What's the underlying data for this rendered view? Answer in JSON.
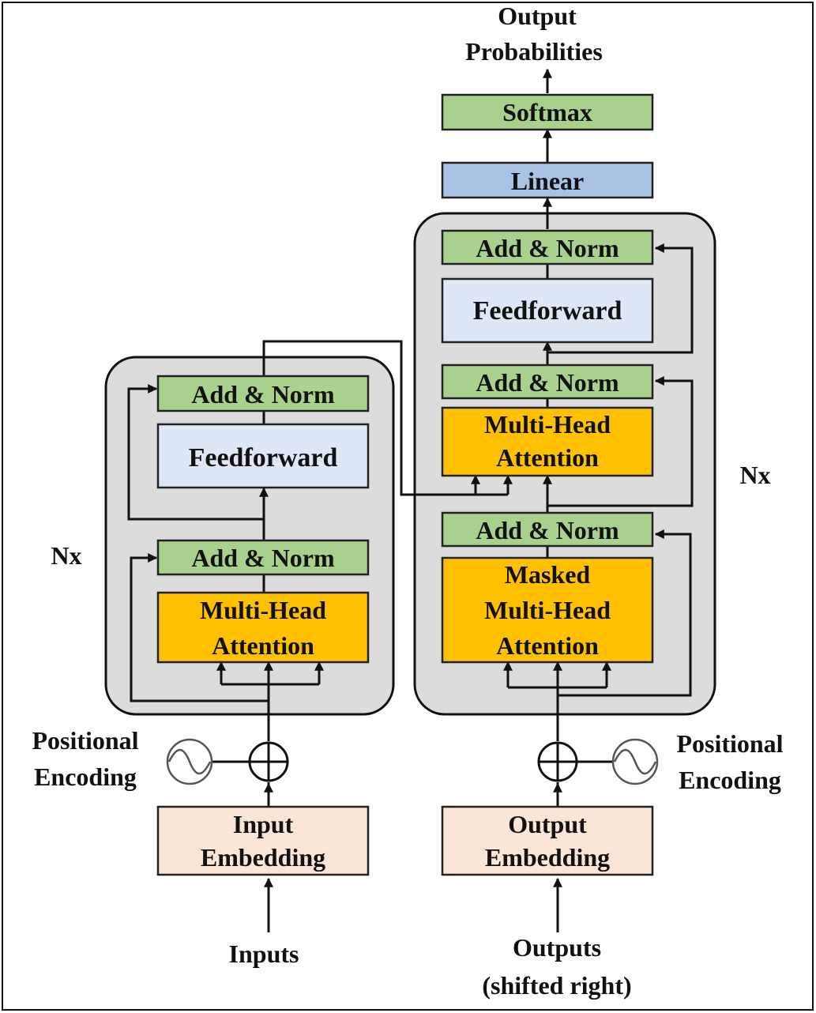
{
  "output_probabilities": [
    "Output",
    "Probabilities"
  ],
  "softmax": "Softmax",
  "linear": "Linear",
  "encoder": {
    "add_norm_top": "Add & Norm",
    "feedforward": "Feedforward",
    "add_norm_bottom": "Add & Norm",
    "attention": [
      "Multi-Head",
      "Attention"
    ],
    "repeat": "Nx",
    "positional_encoding": [
      "Positional",
      "Encoding"
    ],
    "embedding": [
      "Input",
      "Embedding"
    ],
    "input_label": "Inputs"
  },
  "decoder": {
    "add_norm_top": "Add & Norm",
    "feedforward": "Feedforward",
    "add_norm_mid": "Add & Norm",
    "cross_attention": [
      "Multi-Head",
      "Attention"
    ],
    "add_norm_bottom": "Add & Norm",
    "masked_attention": [
      "Masked",
      "Multi-Head",
      "Attention"
    ],
    "repeat": "Nx",
    "positional_encoding": [
      "Positional",
      "Encoding"
    ],
    "embedding": [
      "Output",
      "Embedding"
    ],
    "input_label": [
      "Outputs",
      "(shifted right)"
    ]
  },
  "colors": {
    "green": "#a9d18e",
    "blue": "#a8c3e6",
    "light_blue": "#dde7f5",
    "orange": "#ffc000",
    "peach": "#fbe5d6",
    "container": "#dcdcdc"
  }
}
